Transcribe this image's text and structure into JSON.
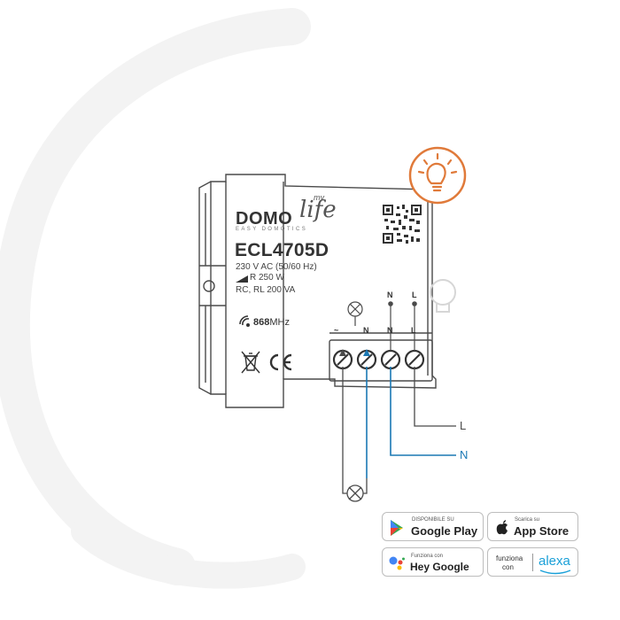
{
  "device": {
    "brand": "DOMO",
    "brand_script": "life",
    "brand_my": "my",
    "tagline": "EASY DOMOTICS",
    "model": "ECL4705D",
    "spec_voltage": "230 V AC  (50/60 Hz)",
    "spec_power": "R 250 W",
    "spec_loads": "RC, RL 200 VA",
    "freq_value": "868",
    "freq_unit": "MHz"
  },
  "terminals": {
    "t1": "N",
    "t2": "N",
    "t3_top": "N",
    "t4_top": "L",
    "t4": "L"
  },
  "wires": {
    "l_label": "L",
    "n_label": "N"
  },
  "colors": {
    "accent_orange": "#e07a3a",
    "wire_blue": "#1a78b4",
    "line_dark": "#4a4a4a"
  },
  "badges": {
    "google_play_small": "DISPONIBILE SU",
    "google_play_big": "Google Play",
    "app_store_small": "Scarica su",
    "app_store_big": "App Store",
    "hey_google_small": "Funziona con",
    "hey_google_big": "Hey Google",
    "alexa_small_1": "funziona",
    "alexa_small_2": "con",
    "alexa_big": "alexa"
  },
  "icons": [
    "bulb-icon",
    "crossed-bin-icon",
    "ce-mark-icon",
    "wifi-icon",
    "qr-code-icon",
    "lamp-icon",
    "apple-icon",
    "play-icon",
    "google-assistant-icon"
  ]
}
